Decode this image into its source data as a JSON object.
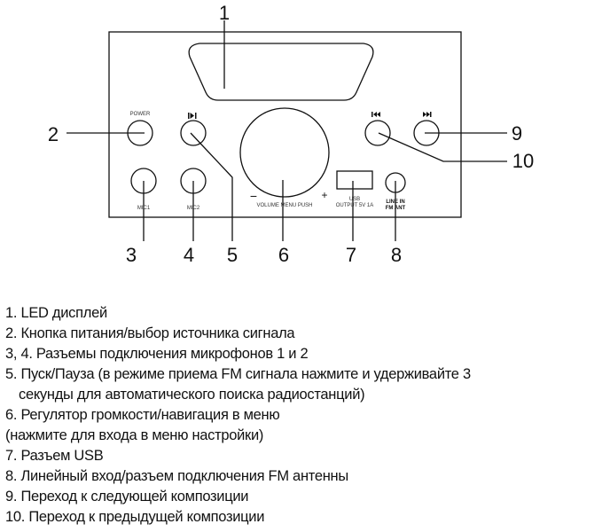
{
  "diagram": {
    "callouts": [
      "1",
      "2",
      "3",
      "4",
      "5",
      "6",
      "7",
      "8",
      "9",
      "10"
    ],
    "panel_labels": {
      "power": "POWER",
      "mic1": "MIC1",
      "mic2": "MIC2",
      "volume": "VOLUME MENU PUSH",
      "minus": "−",
      "plus": "+",
      "usb_line1": "USB",
      "usb_line2": "OUTPUT 5V 1A",
      "linein_line1": "LINE IN",
      "linein_line2": "FM ANT"
    },
    "icons": {
      "play_pause": "play-pause-icon",
      "prev": "previous-track-icon",
      "next": "next-track-icon"
    }
  },
  "legend": [
    "1. LED дисплей",
    "2. Кнопка питания/выбор источника сигнала",
    "3, 4. Разъемы подключения микрофонов 1 и 2",
    "5. Пуск/Пауза (в режиме приема FM сигнала нажмите и удерживайте 3",
    "секунды для автоматического поиска радиостанций)",
    "6. Регулятор громкости/навигация в меню",
    "(нажмите для входа в меню настройки)",
    "7. Разъем USB",
    "8. Линейный вход/разъем подключения FM антенны",
    "9. Переход к следующей композиции",
    "10. Переход к предыдущей композиции"
  ]
}
